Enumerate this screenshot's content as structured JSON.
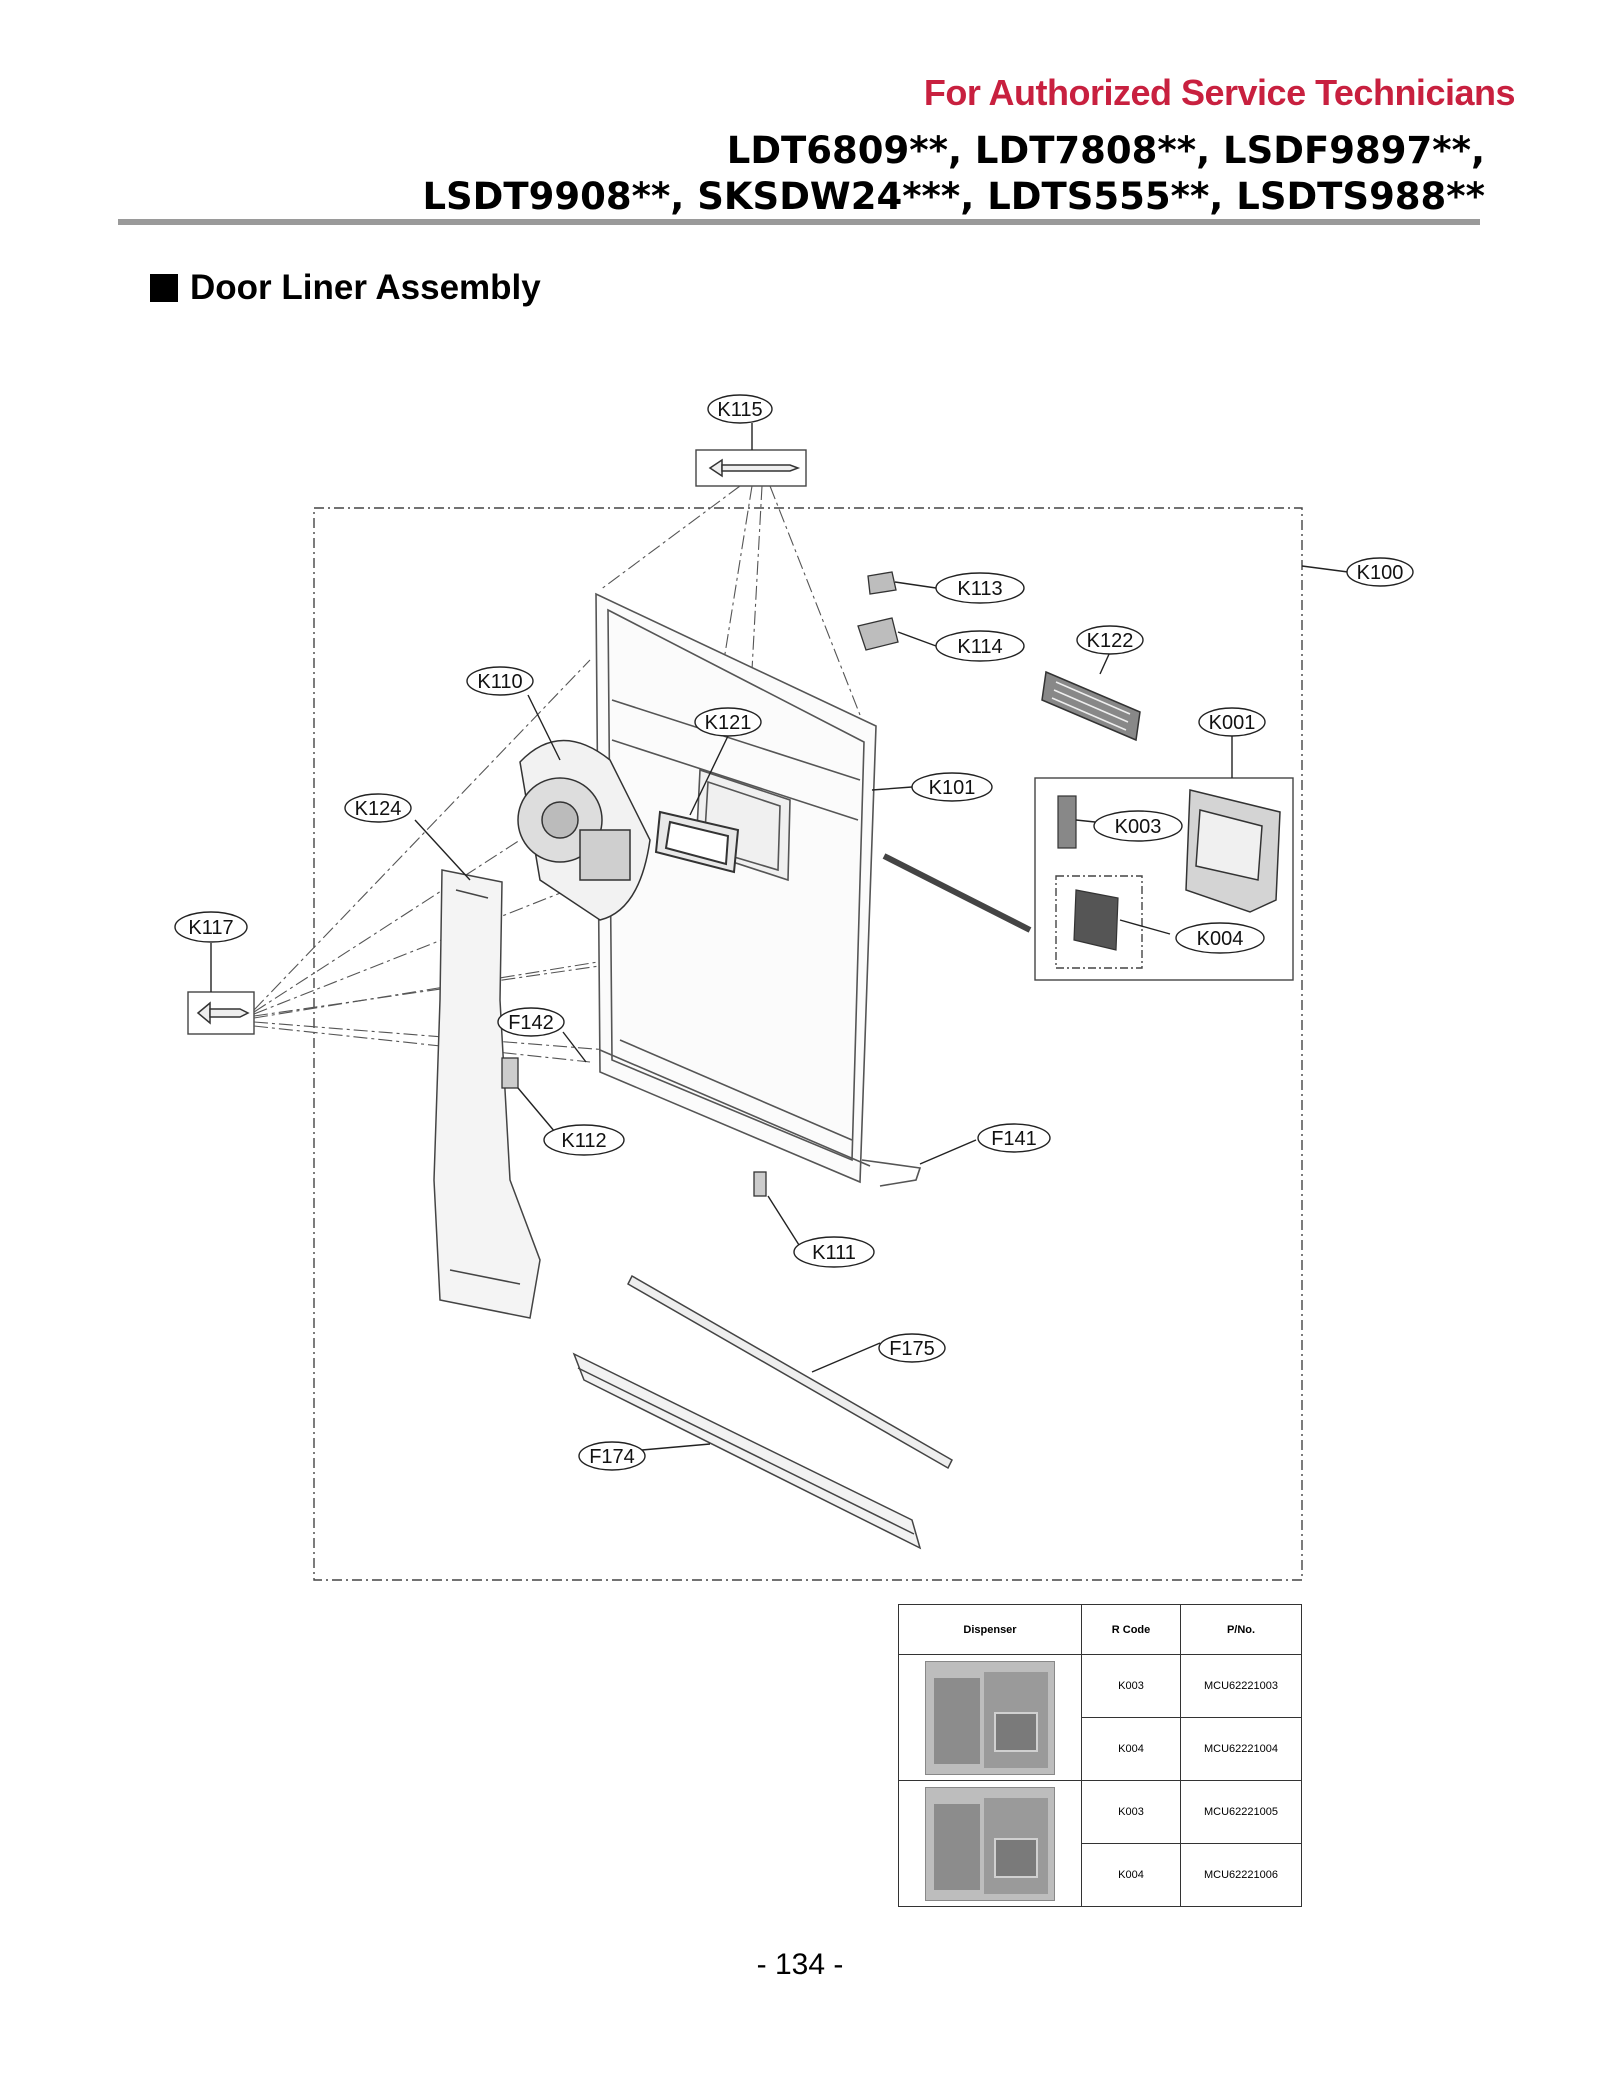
{
  "header": {
    "authorized": "For Authorized Service Technicians",
    "models_line1": "LDT6809**, LDT7808**, LSDF9897**,",
    "models_line2": "LSDT9908**, SKSDW24***, LDTS555**, LSDTS988**"
  },
  "section_title": "Door Liner Assembly",
  "callouts": {
    "K115": "K115",
    "K113": "K113",
    "K100": "K100",
    "K114": "K114",
    "K122": "K122",
    "K110": "K110",
    "K121": "K121",
    "K001": "K001",
    "K124": "K124",
    "K101": "K101",
    "K003": "K003",
    "K004": "K004",
    "K117": "K117",
    "F142": "F142",
    "K112": "K112",
    "F141": "F141",
    "K111": "K111",
    "F175": "F175",
    "F174": "F174"
  },
  "dispenser_table": {
    "headers": [
      "Dispenser",
      "R Code",
      "P/No."
    ],
    "rows": [
      {
        "rcode": "K003",
        "pno": "MCU62221003"
      },
      {
        "rcode": "K004",
        "pno": "MCU62221004"
      },
      {
        "rcode": "K003",
        "pno": "MCU62221005"
      },
      {
        "rcode": "K004",
        "pno": "MCU62221006"
      }
    ]
  },
  "page_number": "- 134 -"
}
